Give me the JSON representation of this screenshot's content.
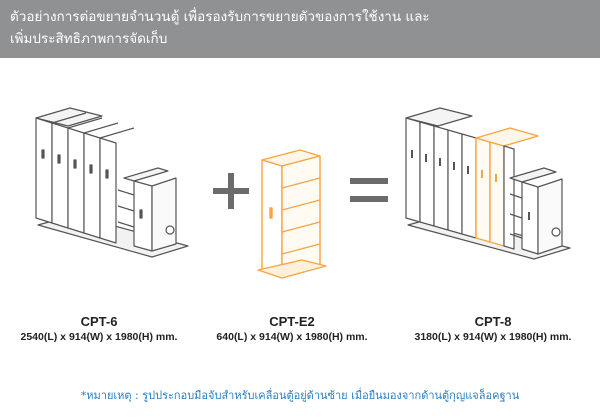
{
  "header": {
    "line1": "ตัวอย่างการต่อขยายจำนวนตู้ เพื่อรองรับการขยายตัวของการใช้งาน และ",
    "line2": "เพิ่มประสิทธิภาพการจัดเก็บ",
    "bg_color": "#8f9192"
  },
  "products": [
    {
      "name": "CPT-6",
      "dims": "2540(L) x 914(W) x 1980(H) mm."
    },
    {
      "name": "CPT-E2",
      "dims": "640(L) x 914(W) x 1980(H) mm."
    },
    {
      "name": "CPT-8",
      "dims": "3180(L) x 914(W) x 1980(H) mm."
    }
  ],
  "operators": {
    "plus": "+",
    "equals": "="
  },
  "note": "*หมายเหตุ : รูปประกอบมือจับสำหรับเคลื่อนตู้อยู่ด้านซ้าย เมื่อยืนมองจากด้านตู้กุญแจล็อคฐาน",
  "colors": {
    "cabinet_line": "#555555",
    "extension_line": "#f4a640",
    "operator": "#6b6b6b",
    "note": "#2a7fc4"
  }
}
